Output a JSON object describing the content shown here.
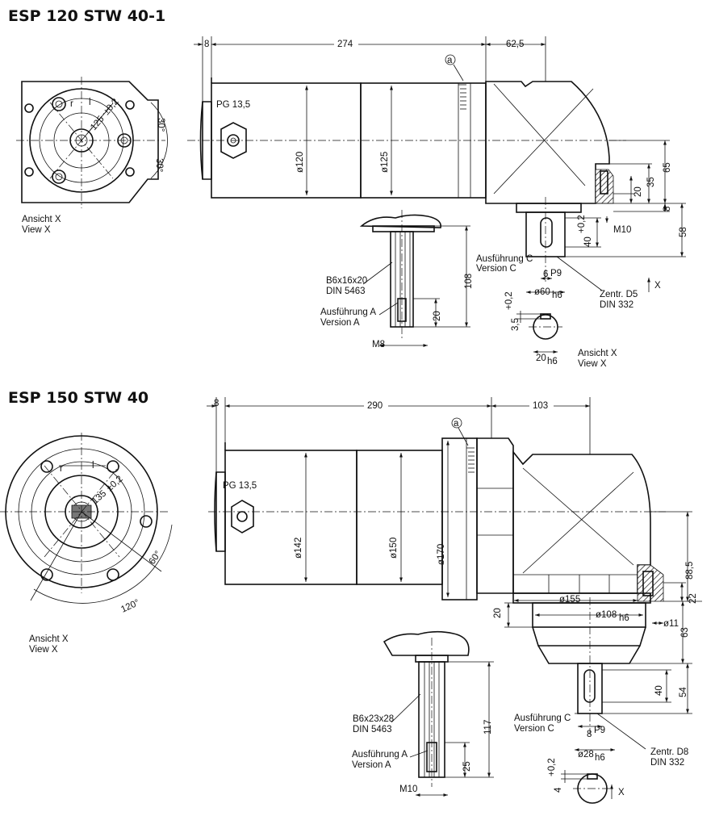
{
  "view1": {
    "title": "ESP 120 STW 40-1",
    "view_label_de": "Ansicht X",
    "view_label_en": "View X",
    "pcd": "125",
    "pcd_tol": "±0,2",
    "angle1": "30°",
    "angle2": "30°",
    "label_r": "r",
    "label_l": "l",
    "pg": "PG 13,5",
    "circle_a": "a",
    "d_motor": "ø120",
    "d_gear": "ø125",
    "dim_8": "8",
    "dim_274": "274",
    "dim_62_5": "62,5",
    "dim_65": "65",
    "dim_35": "35",
    "dim_20": "20",
    "dim_8b": "8",
    "thread": "M10",
    "dim_58": "58",
    "dim_40": "40",
    "dim_40_tol": "+0,2",
    "ausf_c_de": "Ausführung C",
    "ausf_c_en": "Version C",
    "dim_6": "6",
    "p9": "P9",
    "d_shaft": "ø60",
    "d_shaft_tol": "h6",
    "zentr": "Zentr. D5",
    "din332": "DIN 332",
    "x_mark": "X",
    "spline": "B6x16x20",
    "din5463": "DIN 5463",
    "ausf_a_de": "Ausführung A",
    "ausf_a_en": "Version A",
    "dim_108": "108",
    "dim_20b": "20",
    "thread2": "M8",
    "dim_3_5": "3,5",
    "dim_3_5_tol": "+0,2",
    "dim_20h6": "20",
    "dim_20h6_tol": "h6",
    "view2_de": "Ansicht X",
    "view2_en": "View X"
  },
  "view2": {
    "title": "ESP 150 STW 40",
    "view_label_de": "Ansicht X",
    "view_label_en": "View X",
    "pcd": "135",
    "pcd_tol": "±0,2",
    "angle1": "60°",
    "angle2": "120°",
    "label_r": "r",
    "label_l": "l",
    "pg": "PG 13,5",
    "circle_a": "a",
    "d_motor": "ø142",
    "d_gear": "ø150",
    "d_flange": "ø170",
    "dim_8": "8",
    "dim_290": "290",
    "dim_103": "103",
    "dim_88_5": "88,5",
    "dim_22": "22",
    "d_155": "ø155",
    "dim_20": "20",
    "d_108": "ø108",
    "d_108_tol": "h6",
    "d_11": "ø11",
    "dim_63": "63",
    "dim_40": "40",
    "dim_54": "54",
    "ausf_c_de": "Ausführung C",
    "ausf_c_en": "Version C",
    "dim_8b": "8",
    "p9": "P9",
    "zentr": "Zentr. D8",
    "din332": "DIN 332",
    "d_shaft": "ø28",
    "d_shaft_tol": "h6",
    "dim_4": "4",
    "dim_4_tol": "+0,2",
    "x_mark": "X",
    "spline": "B6x23x28",
    "din5463": "DIN 5463",
    "ausf_a_de": "Ausführung A",
    "ausf_a_en": "Version A",
    "dim_117": "117",
    "dim_25": "25",
    "thread2": "M10"
  }
}
